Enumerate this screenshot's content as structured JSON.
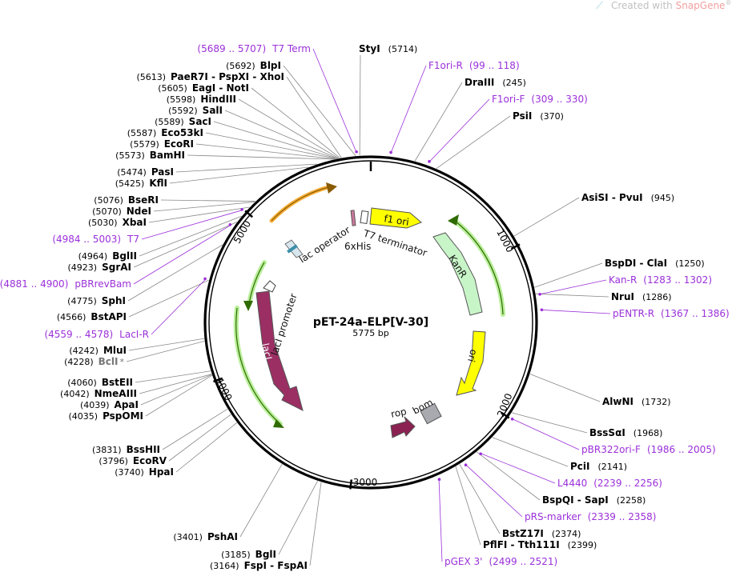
{
  "watermark": {
    "prefix": "Created with ",
    "brand": "SnapGene",
    "mark": "®"
  },
  "plasmid": {
    "name": "pET-24a-ELP[V-30]",
    "length_label": "5775 bp",
    "length": 5775
  },
  "colors": {
    "primer": "#9b30d9",
    "kanr": "#c8f5c8",
    "ori": "#ffff00",
    "laci": "#9b2f63",
    "f1ori": "#ffff00",
    "rop": "#8b2252",
    "bom": "#a8aab0",
    "promoter": "#ffffff",
    "arrow_orange": "#f5a623",
    "arrow_green": "#7cbf2a"
  },
  "ruler": [
    {
      "pos": 1000,
      "label": "1000"
    },
    {
      "pos": 2000,
      "label": "2000"
    },
    {
      "pos": 3000,
      "label": "3000"
    },
    {
      "pos": 4000,
      "label": "4000"
    },
    {
      "pos": 5000,
      "label": "5000"
    }
  ],
  "enzymes": [
    {
      "name": "StyI",
      "pos_label": "(5714)",
      "pos": 5714,
      "side": "left-pos"
    },
    {
      "name": "DraIII",
      "pos_label": "(245)",
      "pos": 245
    },
    {
      "name": "PsiI",
      "pos_label": "(370)",
      "pos": 370
    },
    {
      "name": "AsiSI - PvuI",
      "pos_label": "(945)",
      "pos": 945
    },
    {
      "name": "BspDI - ClaI",
      "pos_label": "(1250)",
      "pos": 1250
    },
    {
      "name": "NruI",
      "pos_label": "(1286)",
      "pos": 1286
    },
    {
      "name": "AlwNI",
      "pos_label": "(1732)",
      "pos": 1732
    },
    {
      "name": "BssSαI",
      "pos_label": "(1968)",
      "pos": 1968
    },
    {
      "name": "PciI",
      "pos_label": "(2141)",
      "pos": 2141
    },
    {
      "name": "BspQI - SapI",
      "pos_label": "(2258)",
      "pos": 2258
    },
    {
      "name": "BstZ17I",
      "pos_label": "(2374)",
      "pos": 2374
    },
    {
      "name": "PflFI - Tth111I",
      "pos_label": "(2399)",
      "pos": 2399
    },
    {
      "name": "BglI",
      "pos_label": "(3185)",
      "pos": 3185
    },
    {
      "name": "FspI - FspAI",
      "pos_label": "(3164)",
      "pos": 3164
    },
    {
      "name": "PshAI",
      "pos_label": "(3401)",
      "pos": 3401
    },
    {
      "name": "HpaI",
      "pos_label": "(3740)",
      "pos": 3740
    },
    {
      "name": "EcoRV",
      "pos_label": "(3796)",
      "pos": 3796
    },
    {
      "name": "BssHII",
      "pos_label": "(3831)",
      "pos": 3831
    },
    {
      "name": "PspOMI",
      "pos_label": "(4035)",
      "pos": 4035
    },
    {
      "name": "ApaI",
      "pos_label": "(4039)",
      "pos": 4039
    },
    {
      "name": "NmeAIII",
      "pos_label": "(4042)",
      "pos": 4042
    },
    {
      "name": "BstEII",
      "pos_label": "(4060)",
      "pos": 4060
    },
    {
      "name": "BclI",
      "pos_label": "(4228)",
      "pos": 4228,
      "star": "*"
    },
    {
      "name": "MluI",
      "pos_label": "(4242)",
      "pos": 4242
    },
    {
      "name": "BstAPI",
      "pos_label": "(4566)",
      "pos": 4566
    },
    {
      "name": "SphI",
      "pos_label": "(4775)",
      "pos": 4775
    },
    {
      "name": "SgrAI",
      "pos_label": "(4923)",
      "pos": 4923
    },
    {
      "name": "BglII",
      "pos_label": "(4964)",
      "pos": 4964
    },
    {
      "name": "XbaI",
      "pos_label": "(5030)",
      "pos": 5030
    },
    {
      "name": "NdeI",
      "pos_label": "(5070)",
      "pos": 5070
    },
    {
      "name": "BseRI",
      "pos_label": "(5076)",
      "pos": 5076
    },
    {
      "name": "KflI",
      "pos_label": "(5425)",
      "pos": 5425
    },
    {
      "name": "PasI",
      "pos_label": "(5474)",
      "pos": 5474
    },
    {
      "name": "BamHI",
      "pos_label": "(5573)",
      "pos": 5573
    },
    {
      "name": "EcoRI",
      "pos_label": "(5579)",
      "pos": 5579
    },
    {
      "name": "Eco53kI",
      "pos_label": "(5587)",
      "pos": 5587
    },
    {
      "name": "SacI",
      "pos_label": "(5589)",
      "pos": 5589
    },
    {
      "name": "SalI",
      "pos_label": "(5592)",
      "pos": 5592
    },
    {
      "name": "HindIII",
      "pos_label": "(5598)",
      "pos": 5598
    },
    {
      "name": "EagI - NotI",
      "pos_label": "(5605)",
      "pos": 5605
    },
    {
      "name": "PaeR7I - PspXI - XhoI",
      "pos_label": "(5613)",
      "pos": 5613
    },
    {
      "name": "BlpI",
      "pos_label": "(5692)",
      "pos": 5692
    }
  ],
  "primers": [
    {
      "name": "T7 Term",
      "range_label": "(5689 .. 5707)",
      "pos": 5698
    },
    {
      "name": "F1ori-R",
      "range_label": "(99 .. 118)",
      "pos": 108
    },
    {
      "name": "F1ori-F",
      "range_label": "(309 .. 330)",
      "pos": 320
    },
    {
      "name": "Kan-R",
      "range_label": "(1283 .. 1302)",
      "pos": 1292
    },
    {
      "name": "pENTR-R",
      "range_label": "(1367 .. 1386)",
      "pos": 1376
    },
    {
      "name": "pBR322ori-F",
      "range_label": "(1986 .. 2005)",
      "pos": 1995
    },
    {
      "name": "L4440",
      "range_label": "(2239 .. 2256)",
      "pos": 2248
    },
    {
      "name": "pRS-marker",
      "range_label": "(2339 .. 2358)",
      "pos": 2348
    },
    {
      "name": "pGEX 3'",
      "range_label": "(2499 .. 2521)",
      "pos": 2510
    },
    {
      "name": "LacI-R",
      "range_label": "(4559 .. 4578)",
      "pos": 4568
    },
    {
      "name": "pBRrevBam",
      "range_label": "(4881 .. 4900)",
      "pos": 4890
    },
    {
      "name": "T7",
      "range_label": "(4984 .. 5003)",
      "pos": 4993
    }
  ],
  "features": [
    {
      "label": "f1 ori"
    },
    {
      "label": "T7 terminator"
    },
    {
      "label": "6xHis"
    },
    {
      "label": "lac operator"
    },
    {
      "label": "KanR"
    },
    {
      "label": "ori"
    },
    {
      "label": "bom"
    },
    {
      "label": "rop"
    },
    {
      "label": "lacI promoter"
    },
    {
      "label": "lacI"
    }
  ]
}
